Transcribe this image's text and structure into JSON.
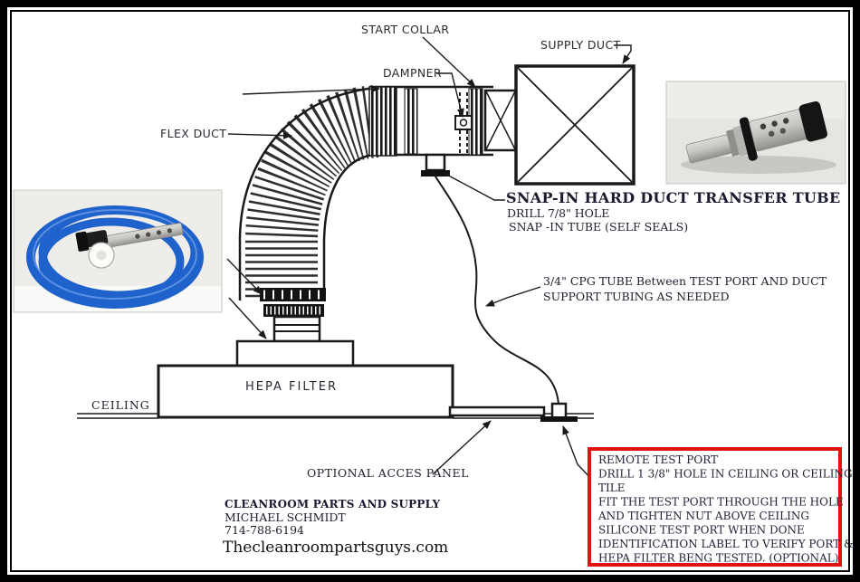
{
  "diagram_labels": {
    "start_collar": "START COLLAR",
    "dampner": "DAMPNER",
    "supply_duct": "SUPPLY DUCT",
    "flex_duct": "FLEX DUCT",
    "hepa_filter": "HEPA FILTER",
    "ceiling": "CEILING",
    "optional_access_panel": "OPTIONAL ACCES PANEL"
  },
  "notes": {
    "snap_in": {
      "title": "SNAP-IN HARD DUCT TRANSFER TUBE",
      "lines": [
        "DRILL 7/8\" HOLE",
        "SNAP -IN TUBE (SELF SEALS)"
      ]
    },
    "cpg": {
      "lines": [
        "3/4\" CPG TUBE Between TEST PORT AND DUCT",
        "SUPPORT TUBING AS NEEDED"
      ]
    },
    "remote_test_port": {
      "border_color": "#e01212",
      "lines": [
        "REMOTE TEST PORT",
        "DRILL 1 3/8\" HOLE IN CEILING OR CEILING",
        "TILE",
        "FIT THE TEST PORT THROUGH THE HOLE",
        "AND TIGHTEN NUT ABOVE CEILING",
        "SILICONE TEST PORT WHEN DONE",
        "IDENTIFICATION LABEL TO VERIFY PORT &",
        "HEPA FILTER BENG TESTED. (OPTIONAL)"
      ]
    }
  },
  "company": {
    "name": "CLEANROOM PARTS AND SUPPLY",
    "contact": "MICHAEL SCHMIDT",
    "phone": "714-788-6194",
    "website": "Thecleanroompartsguys.com"
  },
  "photos": {
    "left": {
      "tube_color": "#1f62cc"
    },
    "right": {}
  },
  "colors": {
    "line": "#1a1a1a",
    "frame": "#000000"
  }
}
